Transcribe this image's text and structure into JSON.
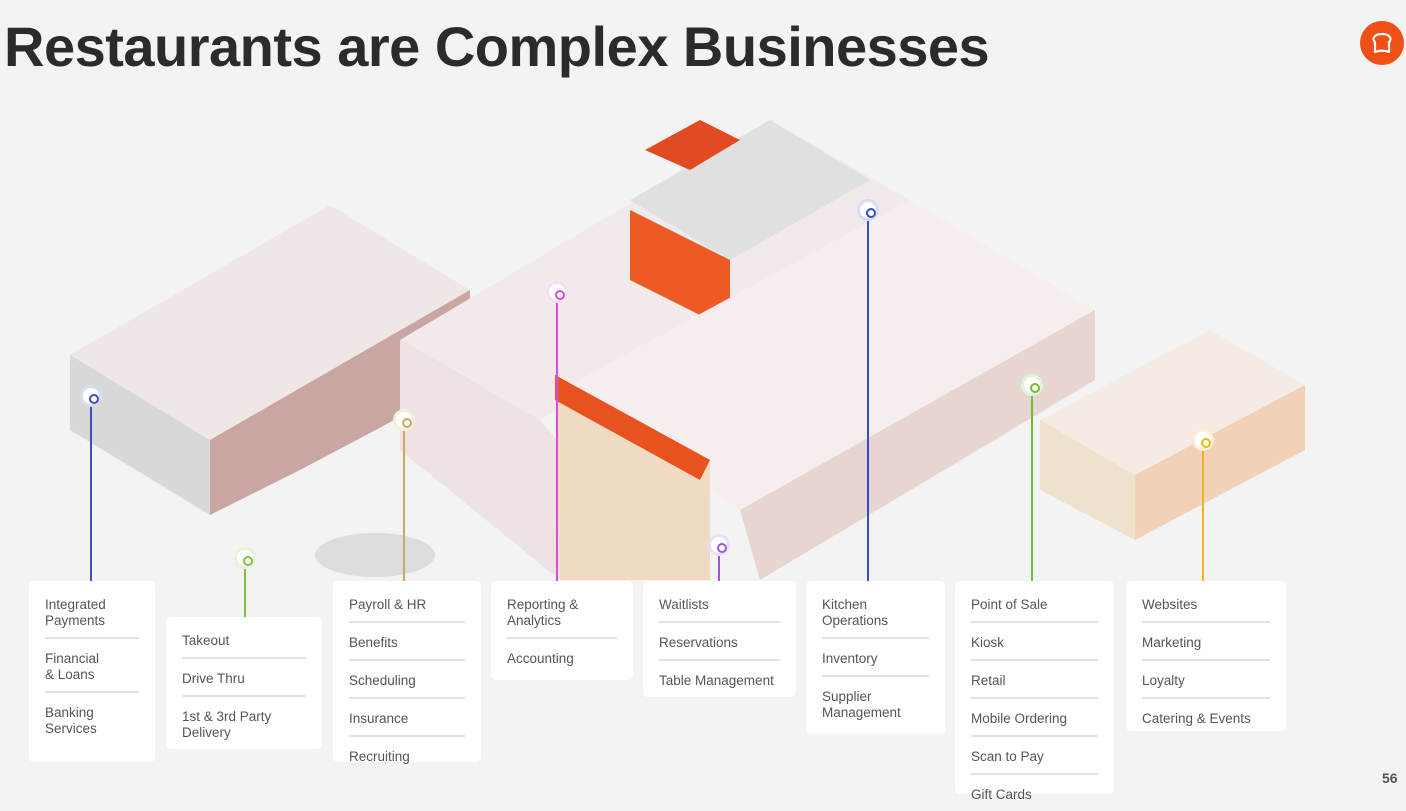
{
  "title": "Restaurants are Complex Businesses",
  "page_number": "56",
  "logo": "toast-logo",
  "colors": {
    "brand": "#f04f15"
  },
  "groups": [
    {
      "color": "#3b4fc4",
      "items": [
        "Integrated\nPayments",
        "Financial\n& Loans",
        "Banking\nServices"
      ]
    },
    {
      "color": "#7dc242",
      "items": [
        "Takeout",
        "Drive Thru",
        "1st & 3rd Party\nDelivery"
      ]
    },
    {
      "color": "#c9a860",
      "items": [
        "Payroll & HR",
        "Benefits",
        "Scheduling",
        "Insurance",
        "Recruiting"
      ]
    },
    {
      "color": "#d84fd0",
      "items": [
        "Reporting &\nAnalytics",
        "Accounting"
      ]
    },
    {
      "color": "#9a5ad8",
      "items": [
        "Waitlists",
        "Reservations",
        "Table Management"
      ]
    },
    {
      "color": "#3350c8",
      "items": [
        "Kitchen\nOperations",
        "Inventory",
        "Supplier\nManagement"
      ]
    },
    {
      "color": "#6cc12e",
      "items": [
        "Point of Sale",
        "Kiosk",
        "Retail",
        "Mobile Ordering",
        "Scan to Pay",
        "Gift Cards"
      ]
    },
    {
      "color": "#f0b41c",
      "items": [
        "Websites",
        "Marketing",
        "Loyalty",
        "Catering & Events"
      ]
    }
  ]
}
